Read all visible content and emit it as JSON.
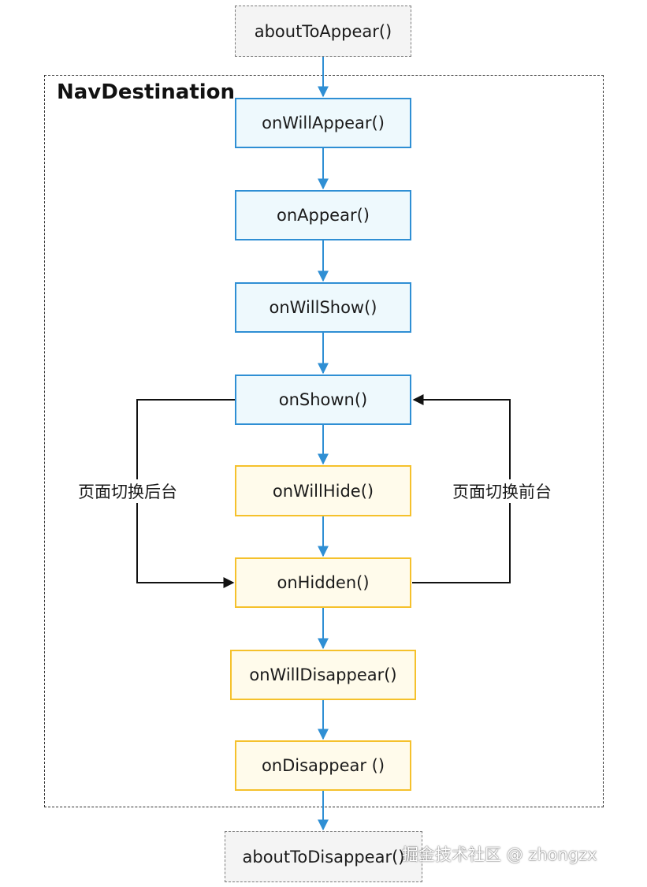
{
  "diagram": {
    "container_title": "NavDestination",
    "outer_top": "aboutToAppear()",
    "outer_bottom": "aboutToDisappear()",
    "steps": [
      {
        "label": "onWillAppear()"
      },
      {
        "label": "onAppear()"
      },
      {
        "label": "onWillShow()"
      },
      {
        "label": "onShown()"
      },
      {
        "label": "onWillHide()"
      },
      {
        "label": "onHidden()"
      },
      {
        "label": "onWillDisappear()"
      },
      {
        "label": "onDisappear ()"
      }
    ],
    "left_loop_label": "页面切换后台",
    "right_loop_label": "页面切换前台"
  },
  "watermark": "掘金技术社区 @ zhongzx",
  "colors": {
    "blue_border": "#2f8fd4",
    "blue_fill": "#eef9fd",
    "yellow_border": "#f5c12c",
    "yellow_fill": "#fffbeb",
    "arrow_blue": "#2f8fd4",
    "arrow_black": "#111111"
  }
}
